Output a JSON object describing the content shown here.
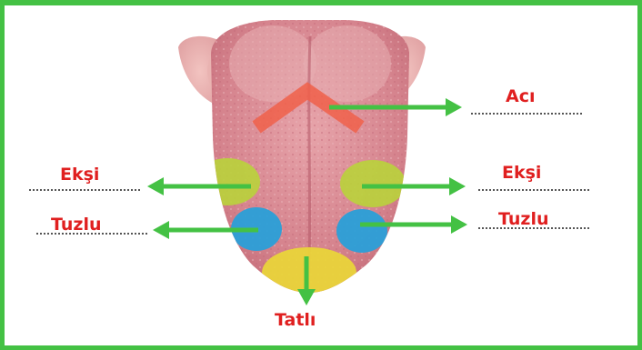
{
  "labels": {
    "bitter": "Acı",
    "sour_left": "Ekşi",
    "sour_right": "Ekşi",
    "salty_left": "Tuzlu",
    "salty_right": "Tuzlu",
    "sweet": "Tatlı"
  },
  "colors": {
    "frame": "#44c144",
    "arrow": "#44c144",
    "label": "#e01f1f",
    "bitter_zone": "#f0604a",
    "sour_zone": "#b9d33b",
    "salty_zone": "#2a9fd8",
    "sweet_zone": "#e9d43a",
    "tongue": "#d98a92"
  }
}
